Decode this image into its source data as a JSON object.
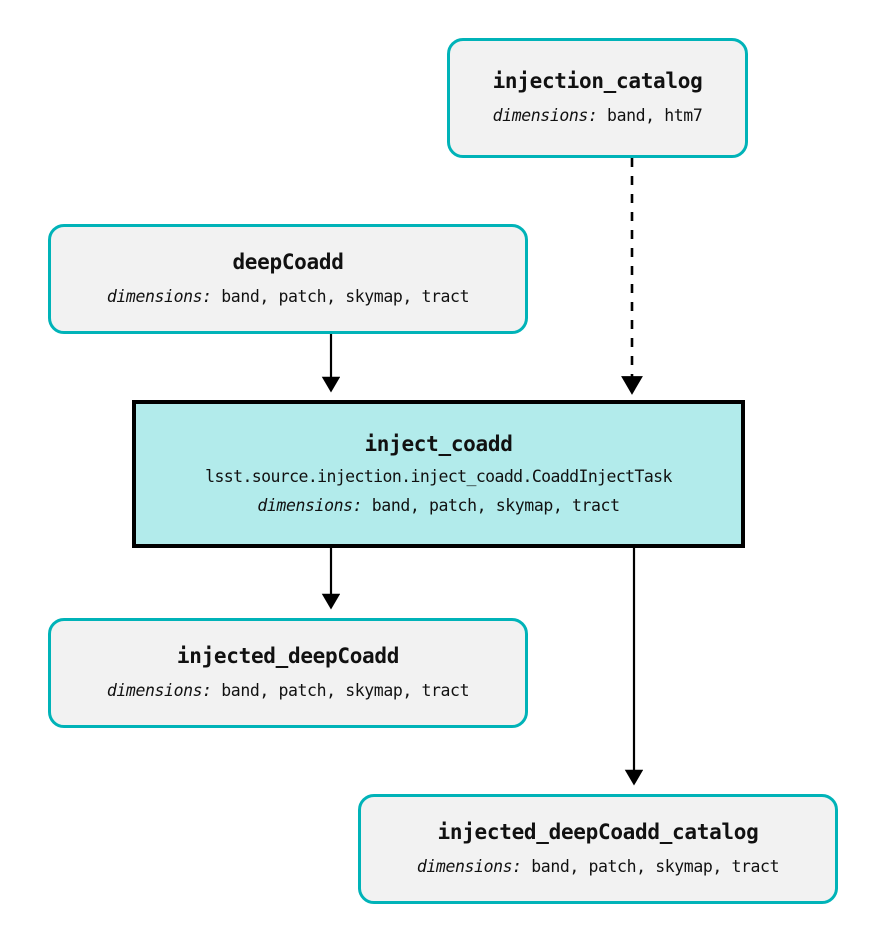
{
  "diagram": {
    "type": "pipeline-dag",
    "background_color": "#ffffff",
    "dataset_border_color": "#00b3b8",
    "dataset_fill_color": "#f2f2f2",
    "task_border_color": "#000000",
    "task_fill_color": "#b2ebeb",
    "edge_color": "#000000",
    "dims_label": "dimensions:"
  },
  "nodes": [
    {
      "id": "injection_catalog",
      "kind": "dataset",
      "title": "injection_catalog",
      "dims_label": "dimensions:",
      "dims_values": "band, htm7",
      "classpath": ""
    },
    {
      "id": "deepCoadd",
      "kind": "dataset",
      "title": "deepCoadd",
      "dims_label": "dimensions:",
      "dims_values": "band, patch, skymap, tract",
      "classpath": ""
    },
    {
      "id": "inject_coadd",
      "kind": "task",
      "title": "inject_coadd",
      "classpath": "lsst.source.injection.inject_coadd.CoaddInjectTask",
      "dims_label": "dimensions:",
      "dims_values": "band, patch, skymap, tract"
    },
    {
      "id": "injected_deepCoadd",
      "kind": "dataset",
      "title": "injected_deepCoadd",
      "dims_label": "dimensions:",
      "dims_values": "band, patch, skymap, tract",
      "classpath": ""
    },
    {
      "id": "injected_deepCoadd_catalog",
      "kind": "dataset",
      "title": "injected_deepCoadd_catalog",
      "dims_label": "dimensions:",
      "dims_values": "band, patch, skymap, tract",
      "classpath": ""
    }
  ],
  "edges": [
    {
      "from": "injection_catalog",
      "to": "inject_coadd",
      "style": "dashed",
      "arrow": "filled-triangle"
    },
    {
      "from": "deepCoadd",
      "to": "inject_coadd",
      "style": "solid",
      "arrow": "filled-triangle"
    },
    {
      "from": "inject_coadd",
      "to": "injected_deepCoadd",
      "style": "solid",
      "arrow": "filled-triangle"
    },
    {
      "from": "inject_coadd",
      "to": "injected_deepCoadd_catalog",
      "style": "solid",
      "arrow": "filled-triangle"
    }
  ]
}
